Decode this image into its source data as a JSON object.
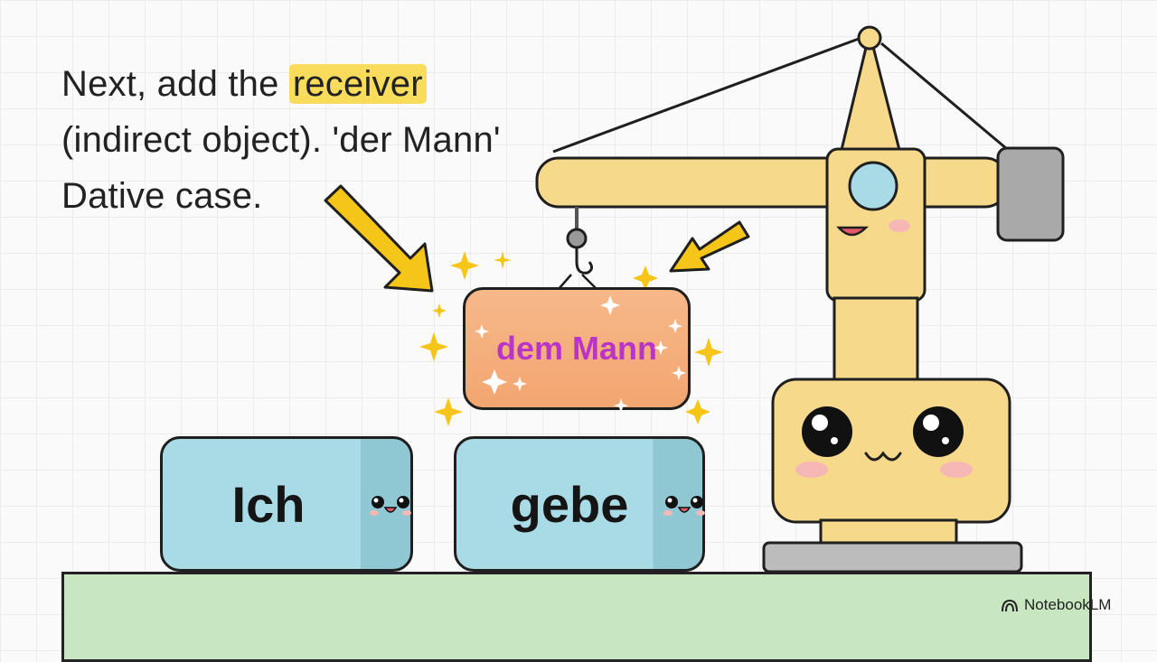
{
  "caption": {
    "line1_before": "Next, add the ",
    "line1_highlight": "receiver",
    "line2": "(indirect object). 'der Mann'",
    "line3": "Dative case."
  },
  "blocks": {
    "hanging": "dem Mann",
    "first": "Ich",
    "second": "gebe"
  },
  "logo": {
    "text": "NotebookLM",
    "icon": "notebooklm-logo-icon"
  },
  "colors": {
    "highlight": "#f9dc5c",
    "block_blue": "#a9dbe6",
    "block_orange": "#f2a670",
    "word_purple": "#b935c9",
    "crane_yellow": "#f6d98a",
    "ground_green": "#c8e6c0"
  }
}
